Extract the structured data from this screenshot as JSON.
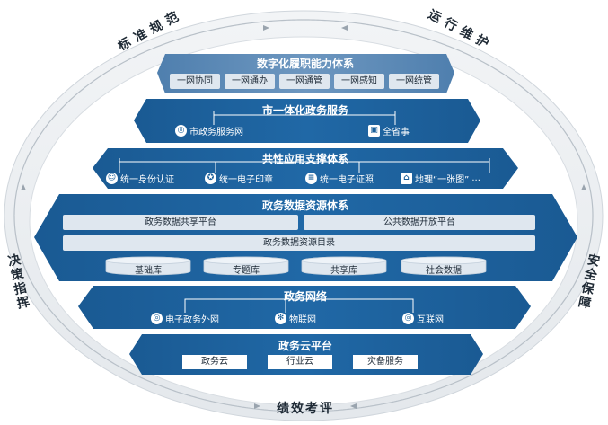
{
  "ring": {
    "top_left": "标准规范",
    "top_right": "运行维护",
    "left": "决策指挥",
    "right": "安全保障",
    "bottom": "绩效考评"
  },
  "layers": {
    "capability": {
      "title": "数字化履职能力体系",
      "items": [
        "一网协同",
        "一网通办",
        "一网通管",
        "一网感知",
        "一网统管"
      ]
    },
    "gov_service": {
      "title": "市一体化政务服务",
      "items": [
        {
          "label": "市政务服务网",
          "icon": "globe-icon"
        },
        {
          "label": "全省事",
          "icon": "app-icon"
        }
      ]
    },
    "common_support": {
      "title": "共性应用支撑体系",
      "items": [
        {
          "label": "统一身份认证",
          "icon": "user-icon"
        },
        {
          "label": "统一电子印章",
          "icon": "seal-icon"
        },
        {
          "label": "统一电子证照",
          "icon": "license-icon"
        },
        {
          "label": "地理“一张图”",
          "icon": "map-icon"
        }
      ],
      "ellipsis": "..."
    },
    "data_resource": {
      "title": "政务数据资源体系",
      "platforms": [
        "政务数据共享平台",
        "公共数据开放平台"
      ],
      "catalog": "政务数据资源目录",
      "databases": [
        "基础库",
        "专题库",
        "共享库",
        "社会数据"
      ]
    },
    "network": {
      "title": "政务网络",
      "items": [
        {
          "label": "电子政务外网",
          "icon": "globe-icon"
        },
        {
          "label": "物联网",
          "icon": "iot-icon"
        },
        {
          "label": "互联网",
          "icon": "globe-icon"
        }
      ]
    },
    "cloud": {
      "title": "政务云平台",
      "items": [
        "政务云",
        "行业云",
        "灾备服务"
      ]
    }
  },
  "colors": {
    "layer_blue": "#1a5f9a",
    "ring_fill": "#e8ecf0",
    "pill": "#dfe7ef"
  }
}
